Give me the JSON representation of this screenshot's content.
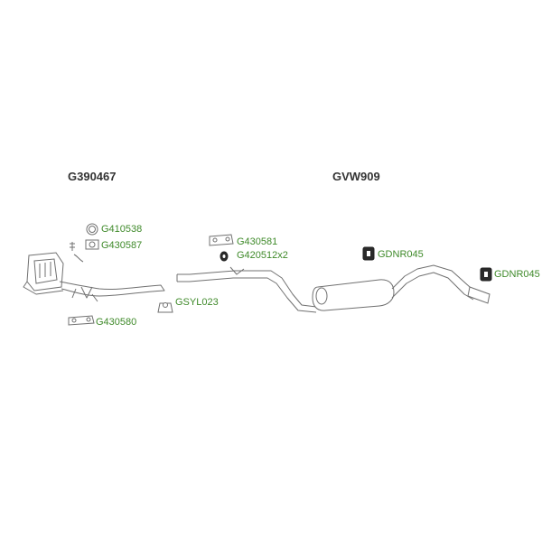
{
  "groups": {
    "front": "G390467",
    "rear": "GVW909"
  },
  "parts": {
    "ring_gasket": "G410538",
    "clamp": "G430587",
    "flange_gasket_front": "G430580",
    "mount_rubber": "GSYL023",
    "flange_gasket_mid": "G430581",
    "rubber_ring": "G420512x2",
    "hanger_1": "GDNR045",
    "hanger_2": "GDNR045"
  },
  "colors": {
    "part_link": "#3f8a2a",
    "line_art": "#707070",
    "group_label": "#333333"
  }
}
